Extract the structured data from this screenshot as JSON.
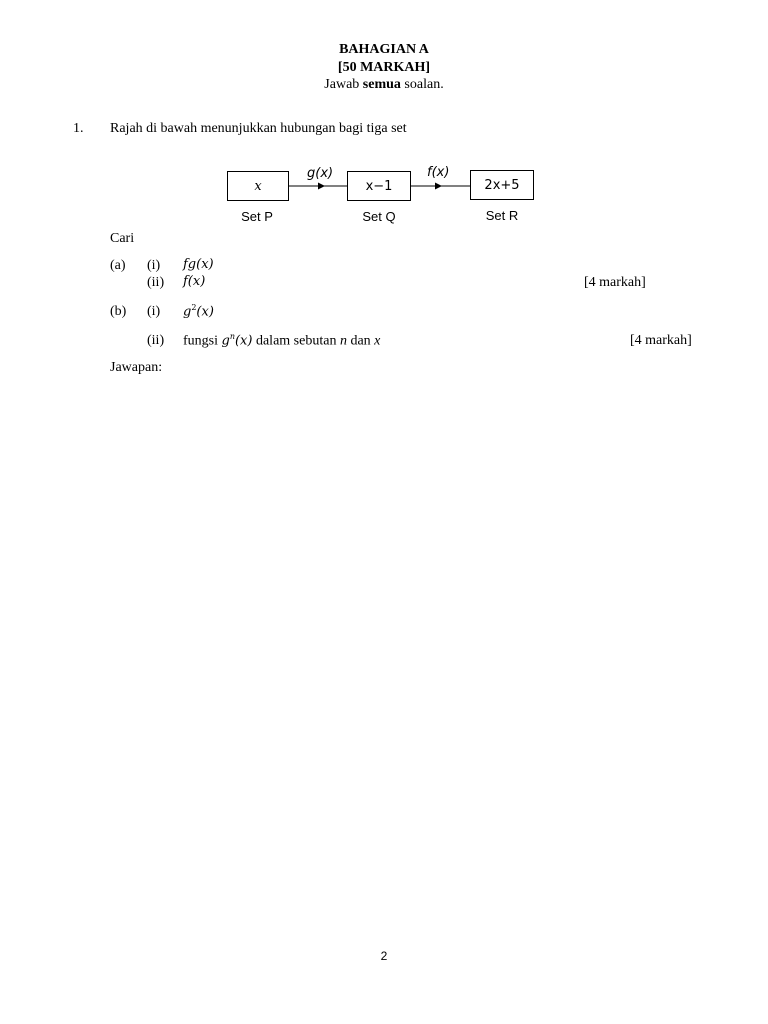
{
  "header": {
    "section": "BAHAGIAN A",
    "marks": "[50 MARKAH]",
    "instruction_pre": "Jawab ",
    "instruction_bold": "semua",
    "instruction_post": " soalan."
  },
  "question": {
    "number": "1.",
    "text": "Rajah di bawah menunjukkan hubungan bagi tiga set"
  },
  "diagram": {
    "box_p": "x",
    "box_q": "x−1",
    "box_r": "2x+5",
    "arrow_1": "g(x)",
    "arrow_2": "f(x)",
    "label_p": "Set P",
    "label_q": "Set Q",
    "label_r": "Set R"
  },
  "find": "Cari",
  "part_a": {
    "label": "(a)",
    "i_label": "(i)",
    "i_expr": "fg(x)",
    "ii_label": "(ii)",
    "ii_expr": "f(x)",
    "marks": "[4 markah]"
  },
  "part_b": {
    "label": "(b)",
    "i_label": "(i)",
    "i_expr_base": "g",
    "i_expr_sup": "2",
    "i_expr_arg": "(x)",
    "ii_label": "(ii)",
    "ii_pre": "fungsi ",
    "ii_base": "g",
    "ii_sup": "n",
    "ii_arg": "(x)",
    "ii_mid": " dalam sebutan ",
    "ii_n": "n",
    "ii_and": " dan ",
    "ii_x": "x",
    "marks": "[4 markah]"
  },
  "answer_label": "Jawapan:",
  "page_number": "2"
}
